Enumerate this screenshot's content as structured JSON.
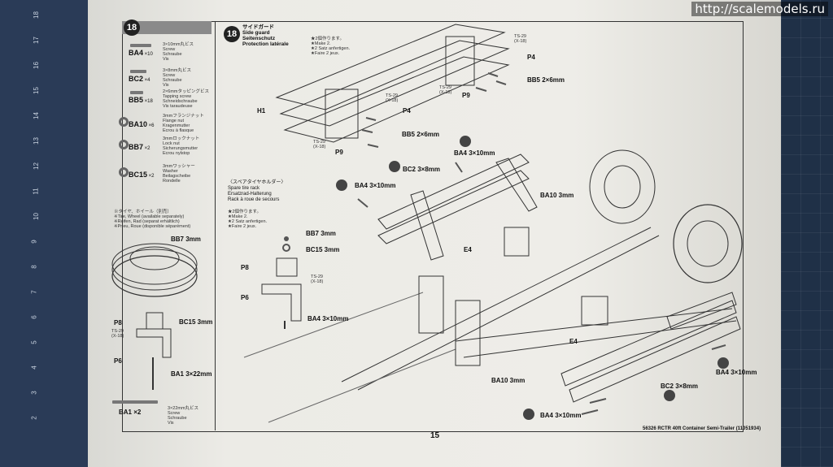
{
  "watermark": "http://scalemodels.ru",
  "ruler_numbers": [
    "18",
    "17",
    "16",
    "15",
    "14",
    "13",
    "12",
    "11",
    "10",
    "9",
    "8",
    "7",
    "6",
    "5",
    "4",
    "3",
    "2"
  ],
  "page_number": "15",
  "footer_code": "56326  RCTR 40ft Container Semi-Trailer (11051934)",
  "left_panel": {
    "step": "18",
    "parts": [
      {
        "code": "BA4",
        "qty": "×10",
        "desc": "3×10mm丸ビス\nScrew\nSchraube\nVis"
      },
      {
        "code": "BC2",
        "qty": "×4",
        "desc": "3×8mm丸ビス\nScrew\nSchraube\nVis"
      },
      {
        "code": "BB5",
        "qty": "×18",
        "desc": "2×6mmタッピングビス\nTapping screw\nSchneidschraube\nVis taraudeuse"
      },
      {
        "code": "BA10",
        "qty": "×6",
        "desc": "3mmフランジナット\nFlange nut\nKragenmutter\nEcrou à flasque"
      },
      {
        "code": "BB7",
        "qty": "×2",
        "desc": "3mmロックナット\nLock nut\nSicherungsmutter\nEcrou nylstop"
      },
      {
        "code": "BC15",
        "qty": "×2",
        "desc": "3mmワッシャー\nWasher\nBeilagscheibe\nRondelle"
      }
    ],
    "tire_note": "※タイヤ、ホイール（別売）\n※Tire, Wheel (available separately)\n※Reifen, Rad (separat erhältlich)\n※Pneu, Roue (disponible séparément)",
    "bottom_part": {
      "code": "BA1",
      "qty": "×2",
      "desc": "3×22mm丸ビス\nScrew\nSchraube\nVis"
    },
    "diagram_labels": {
      "bb7": "BB7 3mm",
      "p8": "P8",
      "ts29": "TS-29\n(X-18)",
      "bc15": "BC15 3mm",
      "p6": "P6",
      "ba1": "BA1 3×22mm"
    }
  },
  "main": {
    "step": "18",
    "title": "サイドガード\nSide guard\nSeitenschutz\nProtection latérale",
    "make_two": "★2個作ります。\n★Make 2.\n★2 Satz anfertigen.\n★Faire 2 jeux.",
    "spare_title": "〈スペアタイヤホルダー〉\nSpare tire rack\nErsatzrad-Halterung\nRack à roue de secours",
    "labels": {
      "ts29_top": "TS-29\n(X-18)",
      "p4_top": "P4",
      "bb5_top": "BB5 2×6mm",
      "p9_top": "P9",
      "ts29_mid": "TS-29\n(X-18)",
      "h1": "H1",
      "p4_mid": "P4",
      "bb5_mid": "BB5 2×6mm",
      "ts29_low": "TS-29\n(X-18)",
      "p9_low": "P9",
      "ba4_top": "BA4 3×10mm",
      "bc2_top": "BC2 3×8mm",
      "ba4_left": "BA4 3×10mm",
      "ba10_top": "BA10 3mm",
      "bb7": "BB7 3mm",
      "bc15": "BC15 3mm",
      "p8": "P8",
      "ts29_spare": "TS-29\n(X-18)",
      "p6": "P6",
      "ba4_spare": "BA4 3×10mm",
      "e4_left": "E4",
      "e4_right": "E4",
      "ba10_bottom": "BA10 3mm",
      "bc2_bottom": "BC2 3×8mm",
      "ba4_right": "BA4 3×10mm",
      "ba4_bottom": "BA4 3×10mm"
    }
  }
}
